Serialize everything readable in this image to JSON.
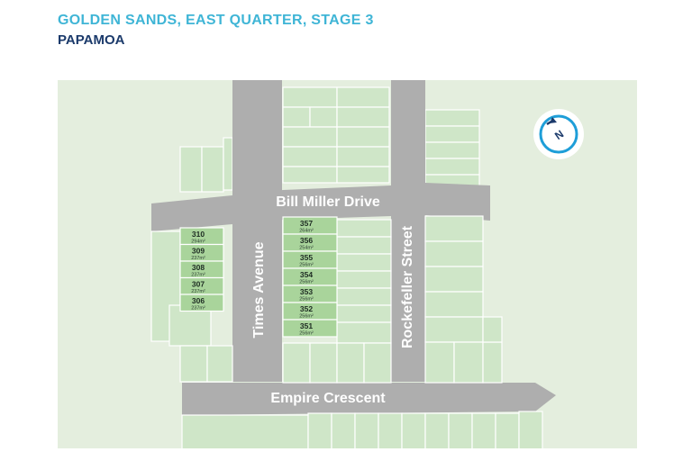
{
  "header": {
    "title": "GOLDEN SANDS, EAST QUARTER, STAGE 3",
    "subtitle": "PAPAMOA"
  },
  "compass": {
    "label": "N",
    "icon": "north-arrow-icon"
  },
  "roads": {
    "bill_miller": "Bill Miller Drive",
    "times": "Times Avenue",
    "rockefeller": "Rockefeller Street",
    "empire": "Empire Crescent"
  },
  "lots_west": [
    {
      "number": "310",
      "area": "294m²"
    },
    {
      "number": "309",
      "area": "237m²"
    },
    {
      "number": "308",
      "area": "237m²"
    },
    {
      "number": "307",
      "area": "237m²"
    },
    {
      "number": "306",
      "area": "237m²"
    }
  ],
  "lots_central": [
    {
      "number": "357",
      "area": "264m²"
    },
    {
      "number": "356",
      "area": "254m²"
    },
    {
      "number": "355",
      "area": "256m²"
    },
    {
      "number": "354",
      "area": "256m²"
    },
    {
      "number": "353",
      "area": "256m²"
    },
    {
      "number": "352",
      "area": "256m²"
    },
    {
      "number": "351",
      "area": "256m²"
    }
  ],
  "colors": {
    "title": "#3fb5d6",
    "subtitle": "#1b3a6b",
    "road": "#aeaeae",
    "lot": "#cfe6c8",
    "lot_available": "#a9d49b",
    "background": "#e4eede",
    "compass": "#1e9ed8"
  }
}
